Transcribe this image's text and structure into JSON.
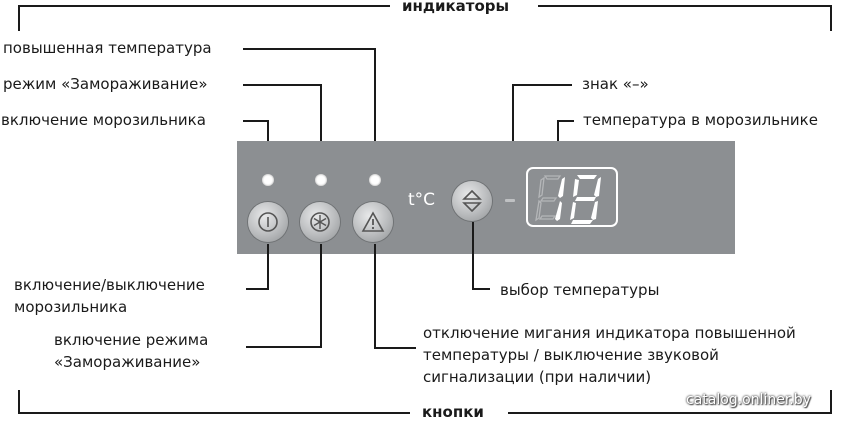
{
  "labels": {
    "indicators": "индикаторы",
    "buttons": "кнопки",
    "high_temp": "повышенная температура",
    "freeze_mode": "режим «Замораживание»",
    "freezer_on": "включение морозильника",
    "minus_sign": "знак «–»",
    "freezer_temp": "температура в морозильнике",
    "onoff_line1": "включение/выключение",
    "onoff_line2": "морозильника",
    "freeze_on_line1": "включение режима",
    "freeze_on_line2": "«Замораживание»",
    "temp_select": "выбор температуры",
    "alarm_line1": "отключение мигания индикатора повышенной",
    "alarm_line2": "температуры  / выключение звуковой",
    "alarm_line3": "сигнализации (при наличии)"
  },
  "panel": {
    "temp_unit": "t°C",
    "display_value": "18"
  },
  "watermark": "catalog.onliner.by",
  "icons": {
    "power": "power-icon",
    "freeze": "snowflake-icon",
    "alarm": "warning-triangle-icon",
    "temp_select": "up-down-arrows-icon"
  },
  "colors": {
    "panel": "#8c8f92",
    "display_segments": "#ffffff",
    "line": "#1a1a1a"
  }
}
